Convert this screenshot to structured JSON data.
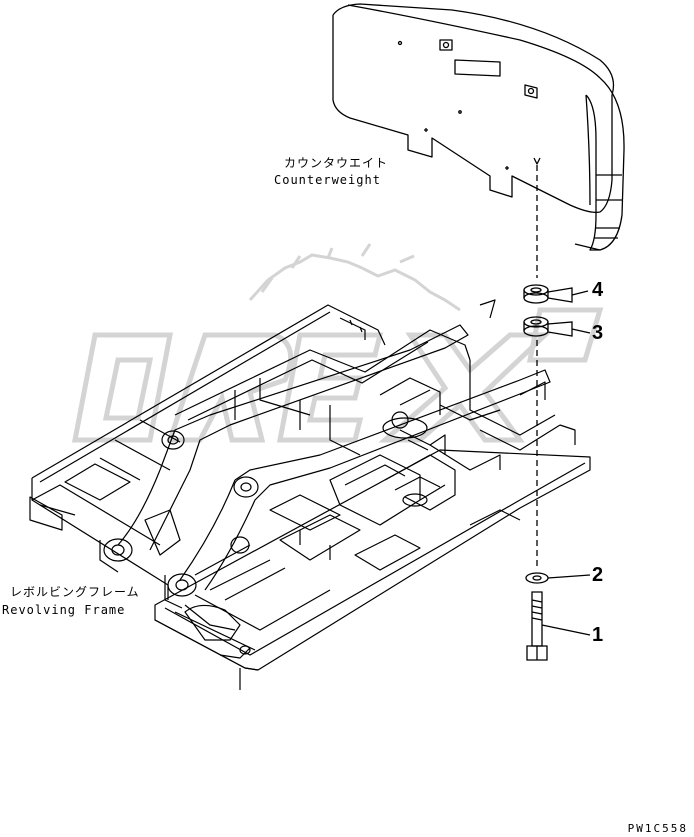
{
  "labels": {
    "counterweight_jp": "カウンタウエイト",
    "counterweight_en": "Counterweight",
    "frame_jp": "レボルビングフレーム",
    "frame_en": "Revolving Frame"
  },
  "callouts": {
    "c1": "1",
    "c2": "2",
    "c3": "3",
    "c4": "4"
  },
  "drawing_code": "PW1C558",
  "watermark": "OREX",
  "colors": {
    "line": "#000000",
    "watermark": "#d6d6d6"
  }
}
